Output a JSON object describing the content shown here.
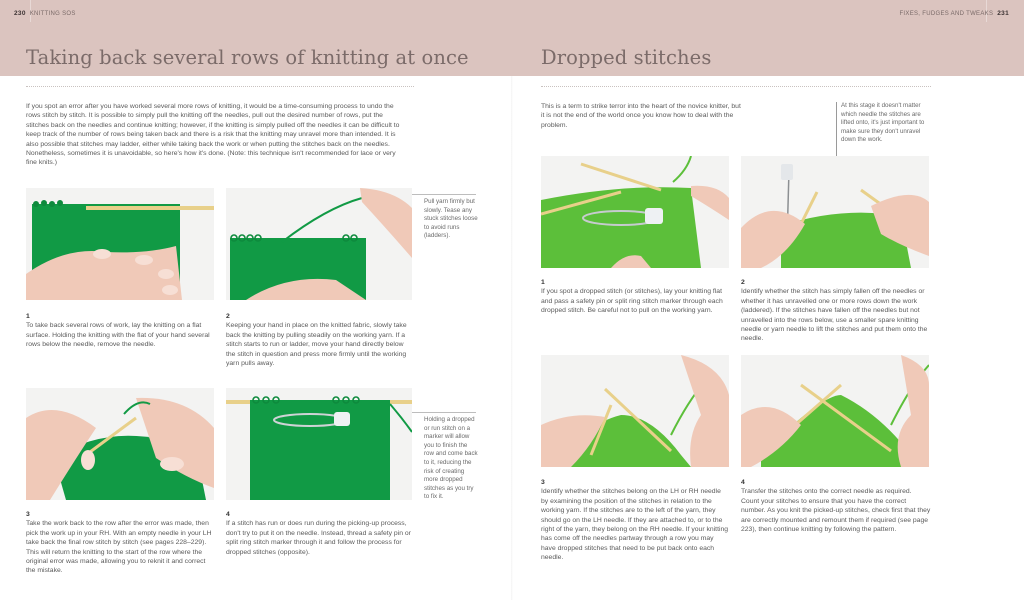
{
  "left_page": {
    "page_number": "230",
    "running_head": "KNITTING SOS",
    "title": "Taking back several rows of knitting at once",
    "intro": "If you spot an error after you have worked several more rows of knitting, it would be a time-consuming process to undo the rows stitch by stitch. It is possible to simply pull the knitting off the needles, pull out the desired number of rows, put the stitches back on the needles and continue knitting; however, if the knitting is simply pulled off the needles it can be difficult to keep track of the number of rows being taken back and there is a risk that the knitting may unravel more than intended. It is also possible that stitches may ladder, either while taking back the work or when putting the stitches back on the needles. Nonetheless, sometimes it is unavoidable, so here's how it's done. (Note: this technique isn't recommended for lace or very fine knits.)",
    "steps": [
      {
        "number": "1",
        "text": "To take back several rows of work, lay the knitting on a flat surface. Holding the knitting with the flat of your hand several rows below the needle, remove the needle."
      },
      {
        "number": "2",
        "text": "Keeping your hand in place on the knitted fabric, slowly take back the knitting by pulling steadily on the working yarn. If a stitch starts to run or ladder, move your hand directly below the stitch in question and press more firmly until the working yarn pulls away."
      },
      {
        "number": "3",
        "text": "Take the work back to the row after the error was made, then pick the work up in your RH. With an empty needle in your LH take back the final row stitch by stitch (see pages 228–229). This will return the knitting to the start of the row where the original error was made, allowing you to reknit it and correct the mistake."
      },
      {
        "number": "4",
        "text": "If a stitch has run or does run during the picking-up process, don't try to put it on the needle. Instead, thread a safety pin or split ring stitch marker through it and follow the process for dropped stitches (opposite)."
      }
    ],
    "callouts": [
      "Pull yarn firmly but slowly. Tease any stuck stitches loose to avoid runs (ladders).",
      "Holding a dropped or run stitch on a marker will allow you to finish the row and come back to it, reducing the risk of creating more dropped stitches as you try to fix it."
    ]
  },
  "right_page": {
    "page_number": "231",
    "running_head": "FIXES, FUDGES AND TWEAKS",
    "title": "Dropped stitches",
    "intro": "This is a term to strike terror into the heart of the novice knitter, but it is not the end of the world once you know how to deal with the problem.",
    "steps": [
      {
        "number": "1",
        "text": "If you spot a dropped stitch (or stitches), lay your knitting flat and pass a safety pin or split ring stitch marker through each dropped stitch. Be careful not to pull on the working yarn."
      },
      {
        "number": "2",
        "text": "Identify whether the stitch has simply fallen off the needles or whether it has unravelled one or more rows down the work (laddered). If the stitches have fallen off the needles but not unravelled into the rows below, use a smaller spare knitting needle or yarn needle to lift the stitches and put them onto the needle."
      },
      {
        "number": "3",
        "text": "Identify whether the stitches belong on the LH or RH needle by examining the position of the stitches in relation to the working yarn. If the stitches are to the left of the yarn, they should go on the LH needle. If they are attached to, or to the right of the yarn, they belong on the RH needle. If your knitting has come off the needles partway through a row you may have dropped stitches that need to be put back onto each needle."
      },
      {
        "number": "4",
        "text": "Transfer the stitches onto the correct needle as required. Count your stitches to ensure that you have the correct number. As you knit the picked-up stitches, check first that they are correctly mounted and remount them if required (see page 223), then continue knitting by following the pattern."
      }
    ],
    "callouts": [
      "At this stage it doesn't matter which needle the stitches are lifted onto, it's just important to make sure they don't unravel down the work."
    ]
  },
  "photos": {
    "left": [
      {
        "icon": "knitting-photo-hand-on-swatch-needle"
      },
      {
        "icon": "knitting-photo-pulling-yarn"
      },
      {
        "icon": "knitting-photo-picking-up-stitches"
      },
      {
        "icon": "knitting-photo-safety-pin-on-run-stitch"
      }
    ],
    "right": [
      {
        "icon": "knitting-photo-safety-pin-dropped-stitch"
      },
      {
        "icon": "knitting-photo-lifting-stitch-onto-needle"
      },
      {
        "icon": "knitting-photo-checking-stitch-position"
      },
      {
        "icon": "knitting-photo-transferring-stitches"
      }
    ]
  },
  "colors": {
    "header_band": "#dbc4bf",
    "title_text": "#7b6b69",
    "dark_green_yarn": "#119a45",
    "light_green_yarn": "#5cbf3a",
    "needle": "#e8d08a",
    "skin": "#f0c9b8"
  }
}
